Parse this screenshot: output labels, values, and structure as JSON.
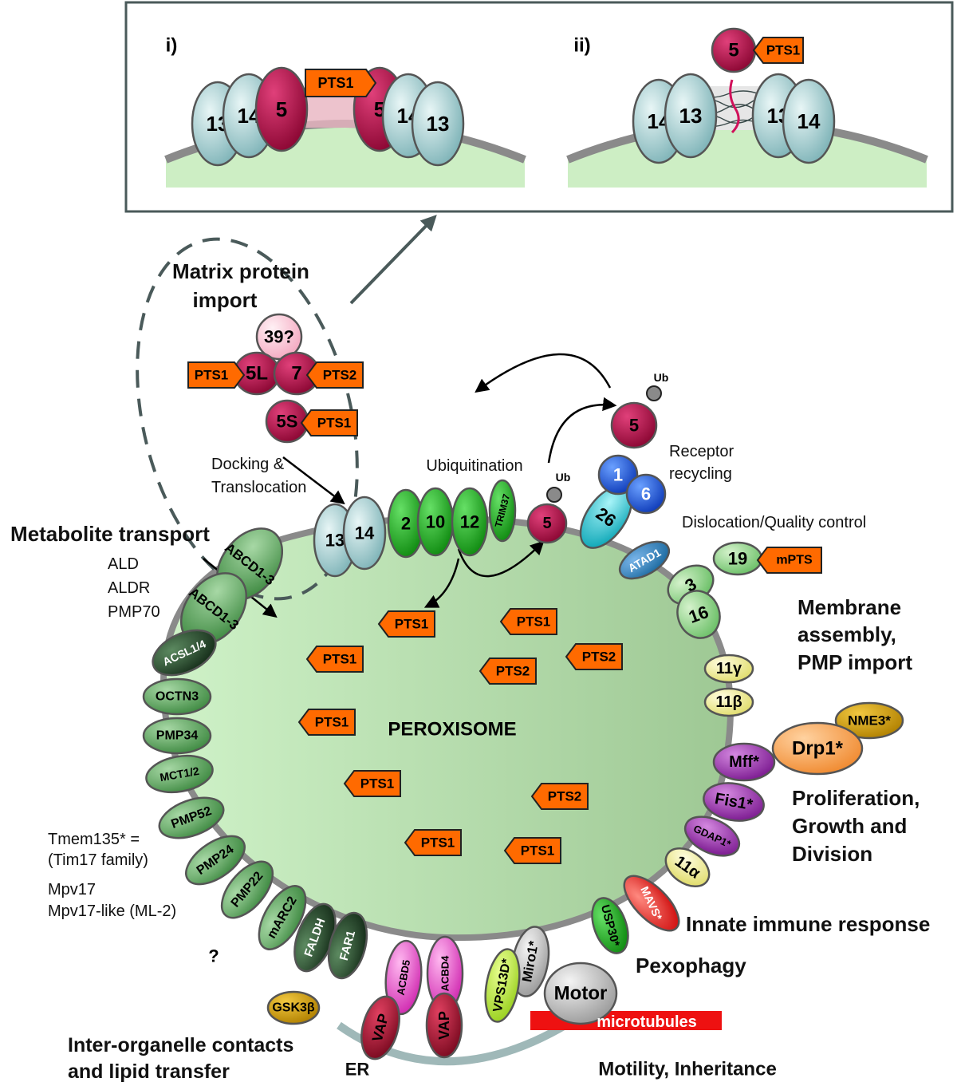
{
  "inset": {
    "panel_i": {
      "label": "i)",
      "left_pair": [
        "13",
        "14"
      ],
      "left_receptor": "5",
      "cargo": "PTS1",
      "right_receptor": "5",
      "right_pair": [
        "14",
        "13"
      ]
    },
    "panel_ii": {
      "label": "ii)",
      "receptor": "5",
      "cargo": "PTS1",
      "left_pair": [
        "14",
        "13"
      ],
      "right_pair": [
        "13",
        "14"
      ]
    }
  },
  "matrix_import": {
    "title_line1": "Matrix protein",
    "title_line2": "import",
    "factor": "39?",
    "receptor_long": "5L",
    "receptor_7": "7",
    "receptor_short": "5S",
    "cargo_pts1": "PTS1",
    "cargo_pts2": "PTS2",
    "docking_line1": "Docking &",
    "docking_line2": "Translocation"
  },
  "membrane_top": {
    "docking": [
      "13",
      "14"
    ],
    "ubiquitination_label": "Ubiquitination",
    "ring": [
      "2",
      "10",
      "12"
    ],
    "trim": "TRIM37",
    "receptor": "5",
    "ub": "Ub",
    "recycled_receptor": "5",
    "recycling_line1": "Receptor",
    "recycling_line2": "recycling",
    "aaa": [
      "1",
      "6",
      "26"
    ],
    "atad": "ATAD1",
    "dislocation_label": "Dislocation/Quality control"
  },
  "metabolite": {
    "title": "Metabolite transport",
    "names": [
      "ALD",
      "ALDR",
      "PMP70"
    ],
    "transporters": [
      "ABCD1-3",
      "ABCD1-3"
    ],
    "left_proteins": [
      "ACSL1/4",
      "OCTN3",
      "PMP34",
      "MCT1/2",
      "PMP52",
      "PMP24",
      "PMP22",
      "mARC2",
      "FALDH",
      "FAR1"
    ],
    "tmem_line1": "Tmem135* =",
    "tmem_line2": "(Tim17 family)",
    "mpv_line1": "Mpv17",
    "mpv_line2": "Mpv17-like (ML-2)",
    "question": "?"
  },
  "peroxisome": {
    "label": "PEROXISOME",
    "cargo": [
      "PTS1",
      "PTS1",
      "PTS2",
      "PTS1",
      "PTS2",
      "PTS1",
      "PTS1",
      "PTS2",
      "PTS1",
      "PTS1"
    ]
  },
  "membrane_assembly": {
    "p19": "19",
    "mpts": "mPTS",
    "p3": "3",
    "p16": "16",
    "title_line1": "Membrane",
    "title_line2": "assembly,",
    "title_line3": "PMP import",
    "p11g": "11γ",
    "p11b": "11β"
  },
  "division": {
    "nme3": "NME3*",
    "drp1": "Drp1*",
    "mff": "Mff*",
    "fis1": "Fis1*",
    "gdap1": "GDAP1*",
    "p11a": "11α",
    "title_line1": "Proliferation,",
    "title_line2": "Growth and",
    "title_line3": "Division"
  },
  "immune": {
    "mavs": "MAVS*",
    "label": "Innate immune response"
  },
  "pexophagy": {
    "usp30": "USP30*",
    "label": "Pexophagy"
  },
  "motility": {
    "miro": "Miro1*",
    "motor": "Motor",
    "microtubules": "microtubules",
    "label": "Motility, Inheritance"
  },
  "contacts": {
    "vps": "VPS13D*",
    "acbd5": "ACBD5",
    "acbd4": "ACBD4",
    "vap": "VAP",
    "er": "ER",
    "gsk": "GSK3β",
    "title_line1": "Inter-organelle contacts",
    "title_line2": "and lipid transfer"
  },
  "colors": {
    "pex5": "#b5104a",
    "pex13_14": "#a7cfd2",
    "ring_green": "#2fb52f",
    "cargo_orange": "#ff6a00",
    "peroxisome_fill": "#b8e0b0",
    "transporter_green": "#5fa860",
    "purple": "#9b2fb0",
    "yellow": "#f2ee95",
    "blue": "#1f5fd6",
    "cyan": "#1fc6d2",
    "pink": "#e83cbf",
    "maroon": "#8a0a2a",
    "microtubule_red": "#ee1111"
  }
}
